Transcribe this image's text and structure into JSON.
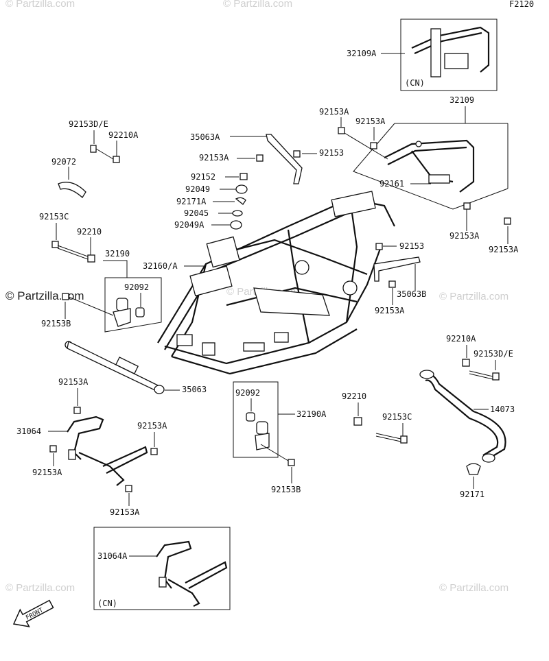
{
  "figure_code": "F2120",
  "watermarks": [
    "© Partzilla.com",
    "© Partzilla.com",
    "© Partzilla.com",
    "© Partzilla.com",
    "© Partzilla.com",
    "© Partzilla.com",
    "© Partzilla.com"
  ],
  "front_arrow": "FRONT",
  "labels": {
    "32109A": "32109A",
    "CN_top": "(CN)",
    "32109": "32109",
    "92153D_E_left": "92153D/E",
    "92210A_left": "92210A",
    "35063A": "35063A",
    "92153A_a": "92153A",
    "92153A_b": "92153A",
    "92153A_c": "92153A",
    "92153": "92153",
    "92072": "92072",
    "92152": "92152",
    "92049": "92049",
    "92161": "92161",
    "92171A": "92171A",
    "92045": "92045",
    "92049A": "92049A",
    "92153C_left": "92153C",
    "92210_left": "92210",
    "92153A_d": "92153A",
    "92153A_e": "92153A",
    "32190": "32190",
    "32160_A": "32160/A",
    "92153_mid": "92153",
    "92092_left": "92092",
    "35063B": "35063B",
    "92153B_left": "92153B",
    "92153A_f": "92153A",
    "92210A_right": "92210A",
    "92153D_E_right": "92153D/E",
    "35063": "35063",
    "92153A_g": "92153A",
    "92092_mid": "92092",
    "32190A": "32190A",
    "92210_mid": "92210",
    "14073": "14073",
    "31064": "31064",
    "92153A_h": "92153A",
    "92153C_mid": "92153C",
    "92153A_i": "92153A",
    "92153B_mid": "92153B",
    "92171": "92171",
    "92153A_j": "92153A",
    "31064A": "31064A",
    "CN_bottom": "(CN)"
  }
}
